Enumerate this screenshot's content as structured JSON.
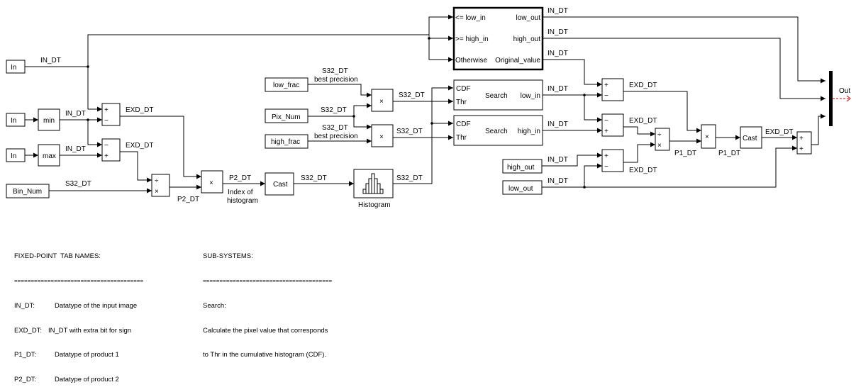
{
  "diagram": {
    "inputs": {
      "in1": "In",
      "in2": "In",
      "in3": "In",
      "bin_num": "Bin_Num",
      "low_frac": "low_frac",
      "pix_num": "Pix_Num",
      "high_frac": "high_frac",
      "high_out": "high_out",
      "low_out": "low_out"
    },
    "blocks": {
      "min": "min",
      "max": "max",
      "cast1": "Cast",
      "cast2": "Cast",
      "histogram_label": "Histogram",
      "mult": "×",
      "div_top": "÷",
      "div_bot": "×",
      "plus": "+",
      "minus": "−",
      "search_label": "Search",
      "cdf": "CDF",
      "thr": "Thr",
      "search1_out": "low_in",
      "search2_out": "high_in",
      "switch": {
        "in1": "<= low_in",
        "in2": ">= high_in",
        "in3": "Otherwise",
        "out1": "low_out",
        "out2": "high_out",
        "out3": "Original_value"
      },
      "output_label": "Out"
    },
    "signals": {
      "in_dt": "IN_DT",
      "exd_dt": "EXD_DT",
      "s32_dt": "S32_DT",
      "p2_dt": "P2_DT",
      "p1_dt": "P1_DT",
      "best_precision": "best precision",
      "index_of": "Index of",
      "histogram": "histogram"
    },
    "notes": {
      "tab_title": "FIXED-POINT  TAB NAMES:",
      "tab_rule": "=======================================",
      "tab_rows": [
        {
          "key": "IN_DT:",
          "desc": "Datatype of the input image"
        },
        {
          "key": "EXD_DT:",
          "desc": "IN_DT with extra bit for sign"
        },
        {
          "key": "P1_DT:",
          "desc": "Datatype of product 1"
        },
        {
          "key": "P2_DT:",
          "desc": "Datatype of product 2"
        }
      ],
      "sub_title": "SUB-SYSTEMS:",
      "sub_rule": "=======================================",
      "sub_name": "Search:",
      "sub_desc1": "Calculate the pixel value that corresponds",
      "sub_desc2": "to Thr in the cumulative histogram (CDF)."
    },
    "colors": {
      "line": "#000000",
      "output_signal": "#cc0000"
    }
  }
}
